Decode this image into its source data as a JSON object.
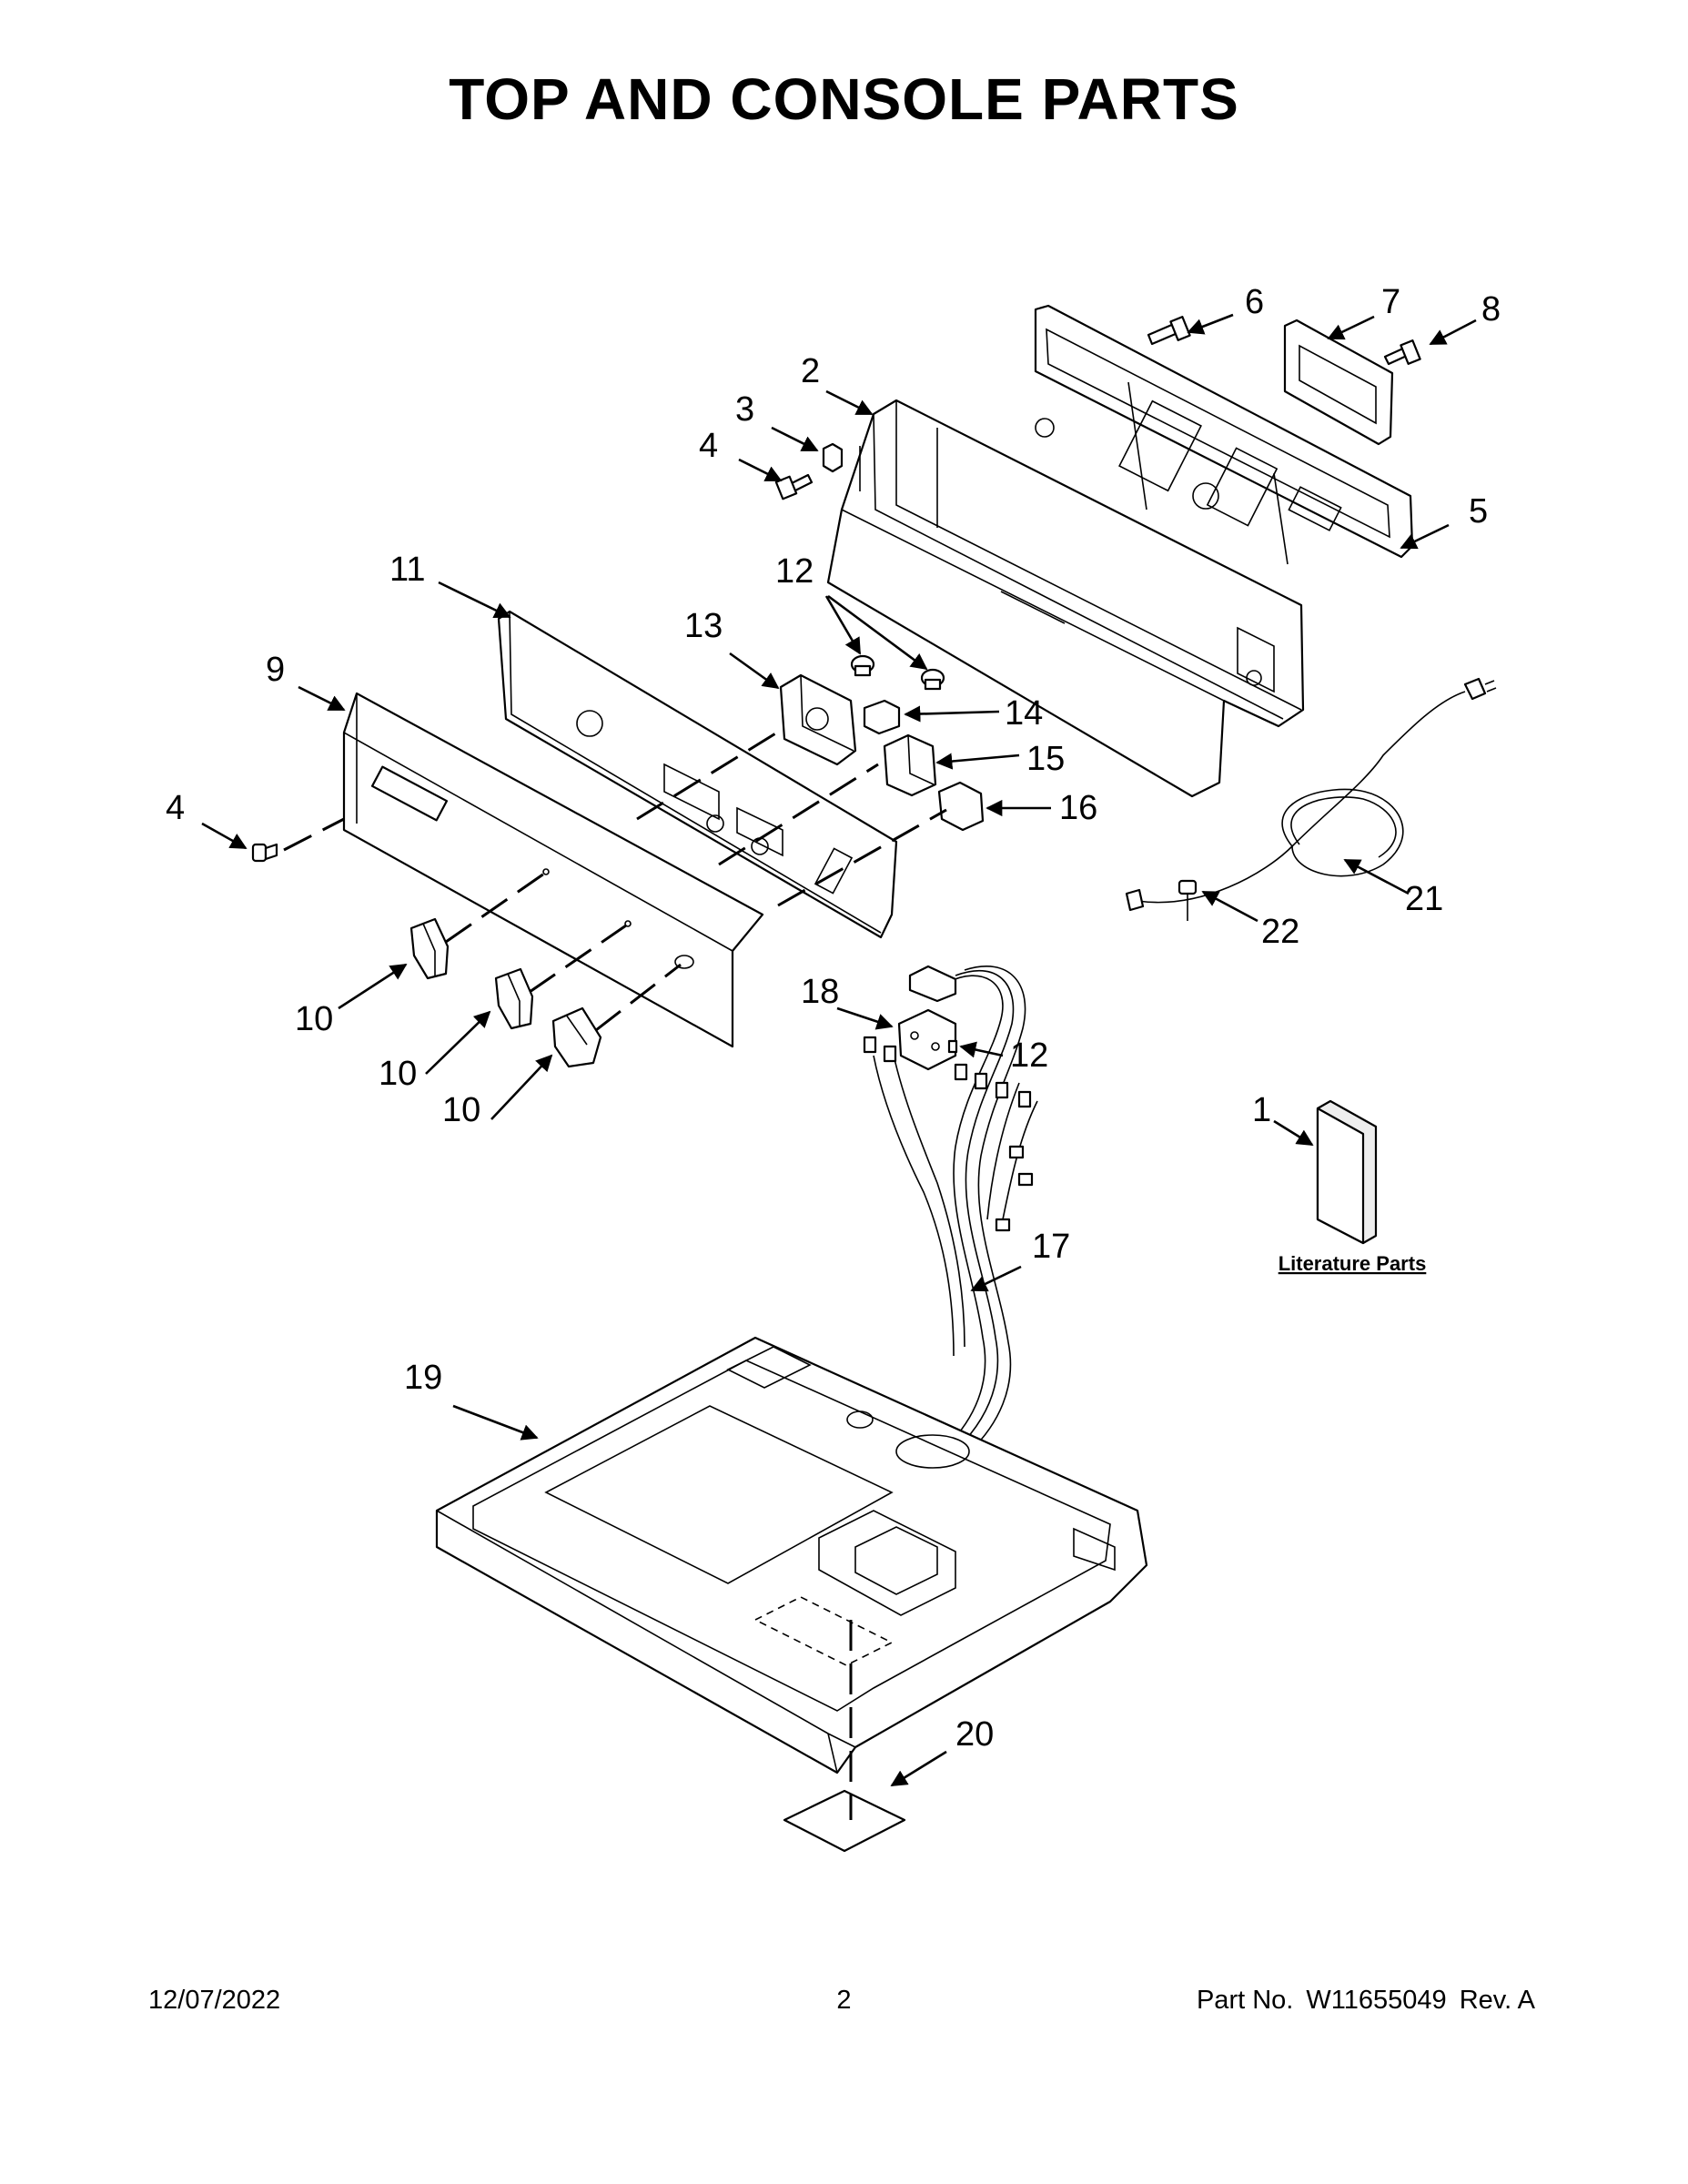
{
  "title": "TOP AND CONSOLE PARTS",
  "footer": {
    "date": "12/07/2022",
    "page": "2",
    "part_label": "Part No.",
    "part_number": "W11655049",
    "revision": "Rev. A"
  },
  "literature_label": "Literature Parts",
  "callouts": [
    {
      "id": "c1",
      "label": "1"
    },
    {
      "id": "c2",
      "label": "2"
    },
    {
      "id": "c3",
      "label": "3"
    },
    {
      "id": "c4a",
      "label": "4"
    },
    {
      "id": "c4b",
      "label": "4"
    },
    {
      "id": "c5",
      "label": "5"
    },
    {
      "id": "c6",
      "label": "6"
    },
    {
      "id": "c7",
      "label": "7"
    },
    {
      "id": "c8",
      "label": "8"
    },
    {
      "id": "c9",
      "label": "9"
    },
    {
      "id": "c10a",
      "label": "10"
    },
    {
      "id": "c10b",
      "label": "10"
    },
    {
      "id": "c10c",
      "label": "10"
    },
    {
      "id": "c11",
      "label": "11"
    },
    {
      "id": "c12a",
      "label": "12"
    },
    {
      "id": "c12b",
      "label": "12"
    },
    {
      "id": "c13",
      "label": "13"
    },
    {
      "id": "c14",
      "label": "14"
    },
    {
      "id": "c15",
      "label": "15"
    },
    {
      "id": "c16",
      "label": "16"
    },
    {
      "id": "c17",
      "label": "17"
    },
    {
      "id": "c18",
      "label": "18"
    },
    {
      "id": "c19",
      "label": "19"
    },
    {
      "id": "c20",
      "label": "20"
    },
    {
      "id": "c21",
      "label": "21"
    },
    {
      "id": "c22",
      "label": "22"
    }
  ]
}
